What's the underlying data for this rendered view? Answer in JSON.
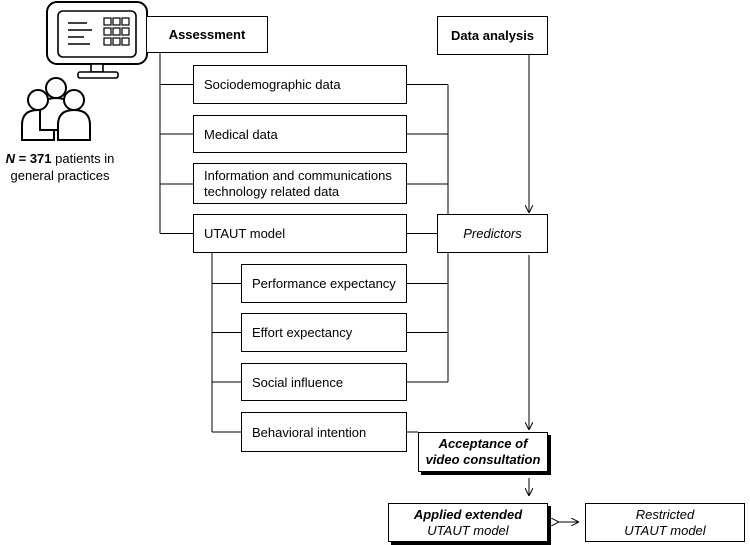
{
  "sample": {
    "n_label": "N",
    "n_equals": " = 371",
    "line1_rest": " patients in",
    "line2": "general practices"
  },
  "headers": {
    "assessment": "Assessment",
    "data_analysis": "Data analysis"
  },
  "assessment_items": {
    "sociodemographic": "Sociodemographic data",
    "medical": "Medical data",
    "ict_line1": "Information and communications",
    "ict_line2": "technology related data",
    "utaut": "UTAUT model"
  },
  "utaut_items": {
    "performance": "Performance expectancy",
    "effort": "Effort expectancy",
    "social": "Social influence",
    "intention": "Behavioral intention"
  },
  "analysis": {
    "predictors": "Predictors",
    "acceptance_line1": "Acceptance of",
    "acceptance_line2": "video consultation",
    "applied_line1": "Applied extended",
    "applied_line2": "UTAUT model",
    "restricted_line1": "Restricted",
    "restricted_line2": "UTAUT model"
  },
  "icons": [
    "computer-monitor-icon",
    "patients-group-icon"
  ]
}
